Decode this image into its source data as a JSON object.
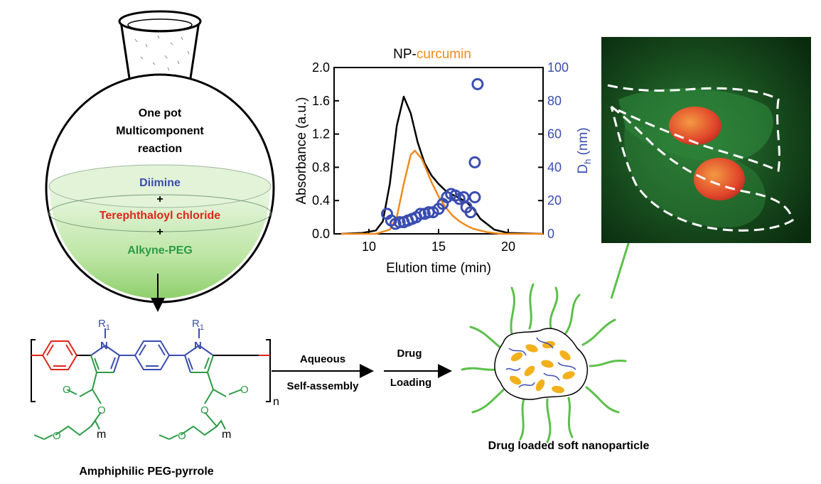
{
  "flask": {
    "title_line1": "One pot",
    "title_line2": "Multicomponent",
    "title_line3": "reaction",
    "reagent1": "Diimine",
    "plus1": "+",
    "reagent2": "Terephthaloyl chloride",
    "plus2": "+",
    "reagent3": "Alkyne-PEG",
    "colors": {
      "reagent1": "#3a4db0",
      "reagent2": "#e0261a",
      "reagent3": "#2d9a45"
    }
  },
  "polymer": {
    "r_label": "R",
    "r_sub": "1",
    "n_atom": "N",
    "repeat_n": "n",
    "m_label": "m",
    "o_atom": "O",
    "caption": "Amphiphilic PEG-pyrrole"
  },
  "steps": {
    "step1_top": "Aqueous",
    "step1_bottom": "Self-assembly",
    "step2_top": "Drug",
    "step2_bottom": "Loading"
  },
  "nanoparticle": {
    "caption": "Drug loaded soft nanoparticle"
  },
  "chart": {
    "title_prefix": "NP-",
    "title_suffix": "curcumin",
    "xlabel": "Elution time (min)",
    "ylabel_left": "Absorbance (a.u.)",
    "ylabel_right_main": "D",
    "ylabel_right_sub": "h",
    "ylabel_right_unit": " (nm)"
  },
  "chart_data": {
    "type": "line",
    "title": "NP-curcumin",
    "xlabel": "Elution time (min)",
    "ylabel": "Absorbance (a.u.)",
    "y2label": "Dh (nm)",
    "xlim": [
      7.5,
      22.5
    ],
    "ylim": [
      0,
      2.0
    ],
    "y2lim": [
      0,
      100
    ],
    "xticks": [
      10,
      15,
      20
    ],
    "yticks": [
      0.0,
      0.4,
      0.8,
      1.2,
      1.6,
      2.0
    ],
    "y2ticks": [
      0,
      20,
      40,
      60,
      80,
      100
    ],
    "series": [
      {
        "color": "#000000",
        "x": [
          8.0,
          9.5,
          10.5,
          11.0,
          11.5,
          12.0,
          12.5,
          13.0,
          13.5,
          14.0,
          14.5,
          15.0,
          15.5,
          16.0,
          16.5,
          17.0,
          17.5,
          18.0,
          19.0,
          20.0,
          22.5
        ],
        "y": [
          0.0,
          0.01,
          0.04,
          0.15,
          0.6,
          1.3,
          1.65,
          1.45,
          1.1,
          0.85,
          0.7,
          0.6,
          0.52,
          0.47,
          0.43,
          0.38,
          0.3,
          0.18,
          0.05,
          0.01,
          0.0
        ]
      },
      {
        "color": "#f08a1c",
        "x": [
          8.0,
          10.5,
          11.5,
          12.0,
          12.5,
          13.0,
          13.3,
          13.8,
          14.5,
          15.0,
          15.5,
          16.0,
          16.5,
          17.0,
          17.5,
          18.5,
          19.5,
          22.5
        ],
        "y": [
          0.0,
          0.0,
          0.05,
          0.2,
          0.6,
          0.95,
          1.0,
          0.9,
          0.62,
          0.45,
          0.32,
          0.22,
          0.15,
          0.1,
          0.06,
          0.02,
          0.0,
          0.0
        ]
      },
      {
        "color": "#3a4db0",
        "axis": "right",
        "mode": "markers",
        "x": [
          11.3,
          11.6,
          11.9,
          12.2,
          12.5,
          12.8,
          13.1,
          13.4,
          13.7,
          14.0,
          14.3,
          14.6,
          15.0,
          15.3,
          15.6,
          15.9,
          16.2,
          16.5,
          16.8,
          17.0,
          17.3,
          17.6,
          17.8
        ],
        "y": [
          12,
          8,
          6,
          7,
          7,
          8,
          9,
          10,
          12,
          12,
          13,
          13,
          15,
          18,
          22,
          24,
          23,
          21,
          22,
          16,
          13,
          22,
          90
        ]
      }
    ]
  },
  "extra_points": [
    {
      "x": 17.6,
      "y": 43
    }
  ]
}
